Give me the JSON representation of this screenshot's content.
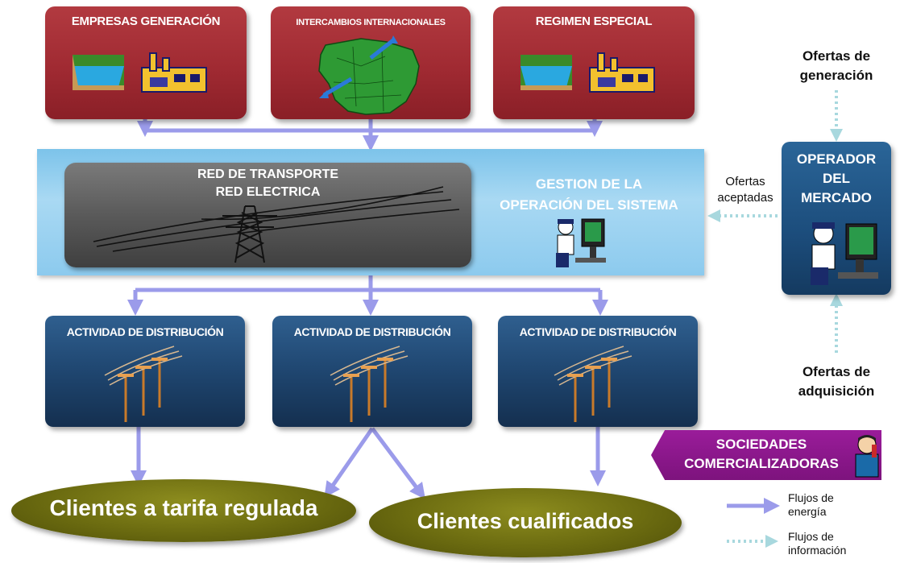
{
  "top_boxes": [
    {
      "label": "EMPRESAS GENERACIÓN"
    },
    {
      "label": "INTERCAMBIOS INTERNACIONALES"
    },
    {
      "label": "REGIMEN ESPECIAL"
    }
  ],
  "transport": {
    "line1": "RED DE TRANSPORTE",
    "line2": "RED ELECTRICA"
  },
  "gestion": {
    "line1": "GESTION DE LA",
    "line2": "OPERACIÓN DEL SISTEMA"
  },
  "operador": {
    "line1": "OPERADOR",
    "line2": "DEL",
    "line3": "MERCADO"
  },
  "ofertas_generacion": {
    "line1": "Ofertas de",
    "line2": "generación"
  },
  "ofertas_aceptadas": {
    "line1": "Ofertas",
    "line2": "aceptadas"
  },
  "ofertas_adquisicion": {
    "line1": "Ofertas de",
    "line2": "adquisición"
  },
  "distribucion": [
    {
      "label": "ACTIVIDAD DE DISTRIBUCIÓN"
    },
    {
      "label": "ACTIVIDAD DE DISTRIBUCIÓN"
    },
    {
      "label": "ACTIVIDAD DE DISTRIBUCIÓN"
    }
  ],
  "sociedades": {
    "line1": "SOCIEDADES",
    "line2": "COMERCIALIZADORAS"
  },
  "clientes": {
    "regulada": "Clientes a tarifa regulada",
    "cualificados": "Clientes cualificados"
  },
  "legend": {
    "energia": {
      "line1": "Flujos de",
      "line2": "energía"
    },
    "informacion": {
      "line1": "Flujos de",
      "line2": "información"
    }
  },
  "colors": {
    "energy_arrow": "#9b9bea",
    "info_arrow": "#a8d8de",
    "red_box": "#a02a32",
    "dist_box": "#1f4670",
    "ellipse": "#6b6b10",
    "sociedades": "#8a168a"
  }
}
